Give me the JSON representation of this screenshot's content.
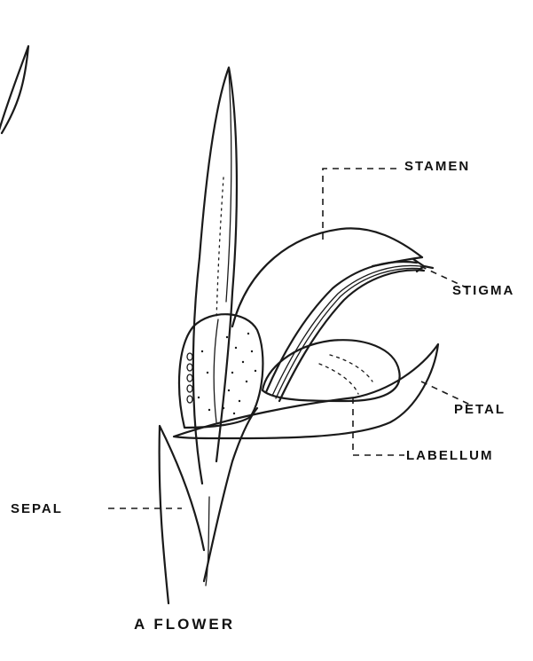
{
  "diagram": {
    "labels": {
      "stamen": "STAMEN",
      "stigma": "STIGMA",
      "petal": "PETAL",
      "labellum": "LABELLUM",
      "sepal": "SEPAL"
    },
    "caption": "A FLOWER"
  }
}
